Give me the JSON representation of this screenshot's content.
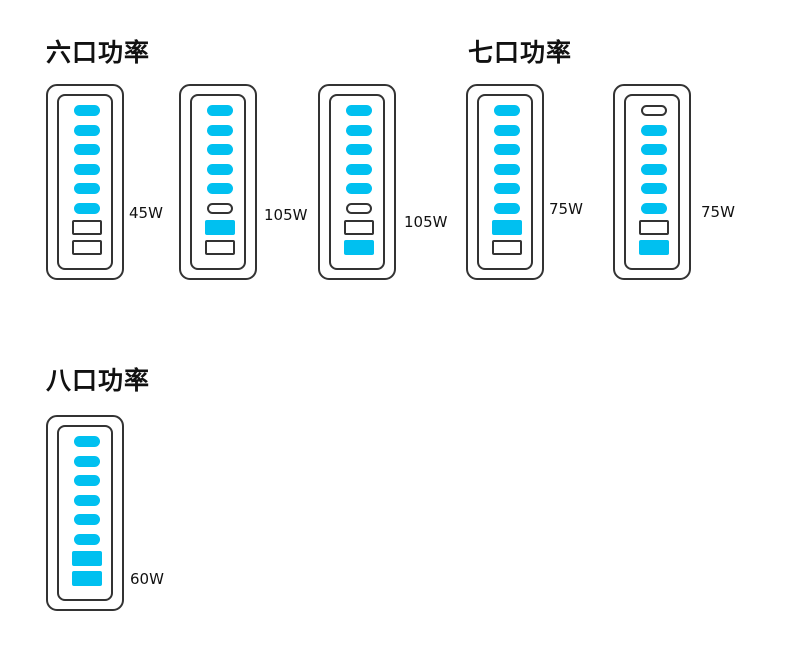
{
  "colors": {
    "accent": "#00c0f0",
    "outline": "#333333"
  },
  "groups": [
    {
      "title": "六口功率"
    },
    {
      "title": "七口功率"
    },
    {
      "title": "八口功率"
    }
  ],
  "chargers": [
    {
      "group": 0,
      "watt": "45W",
      "ports": [
        {
          "type": "c",
          "active": true
        },
        {
          "type": "c",
          "active": true
        },
        {
          "type": "c",
          "active": true
        },
        {
          "type": "c",
          "active": true
        },
        {
          "type": "c",
          "active": true
        },
        {
          "type": "c",
          "active": true
        },
        {
          "type": "a",
          "active": false
        },
        {
          "type": "a",
          "active": false
        }
      ]
    },
    {
      "group": 0,
      "watt": "105W",
      "ports": [
        {
          "type": "c",
          "active": true
        },
        {
          "type": "c",
          "active": true
        },
        {
          "type": "c",
          "active": true
        },
        {
          "type": "c",
          "active": true
        },
        {
          "type": "c",
          "active": true
        },
        {
          "type": "c",
          "active": false
        },
        {
          "type": "a",
          "active": true
        },
        {
          "type": "a",
          "active": false
        }
      ]
    },
    {
      "group": 0,
      "watt": "105W",
      "ports": [
        {
          "type": "c",
          "active": true
        },
        {
          "type": "c",
          "active": true
        },
        {
          "type": "c",
          "active": true
        },
        {
          "type": "c",
          "active": true
        },
        {
          "type": "c",
          "active": true
        },
        {
          "type": "c",
          "active": false
        },
        {
          "type": "a",
          "active": false
        },
        {
          "type": "a",
          "active": true
        }
      ]
    },
    {
      "group": 1,
      "watt": "75W",
      "ports": [
        {
          "type": "c",
          "active": true
        },
        {
          "type": "c",
          "active": true
        },
        {
          "type": "c",
          "active": true
        },
        {
          "type": "c",
          "active": true
        },
        {
          "type": "c",
          "active": true
        },
        {
          "type": "c",
          "active": true
        },
        {
          "type": "a",
          "active": true
        },
        {
          "type": "a",
          "active": false
        }
      ]
    },
    {
      "group": 1,
      "watt": "75W",
      "ports": [
        {
          "type": "c",
          "active": false
        },
        {
          "type": "c",
          "active": true
        },
        {
          "type": "c",
          "active": true
        },
        {
          "type": "c",
          "active": true
        },
        {
          "type": "c",
          "active": true
        },
        {
          "type": "c",
          "active": true
        },
        {
          "type": "a",
          "active": false
        },
        {
          "type": "a",
          "active": true
        }
      ]
    },
    {
      "group": 2,
      "watt": "60W",
      "ports": [
        {
          "type": "c",
          "active": true
        },
        {
          "type": "c",
          "active": true
        },
        {
          "type": "c",
          "active": true
        },
        {
          "type": "c",
          "active": true
        },
        {
          "type": "c",
          "active": true
        },
        {
          "type": "c",
          "active": true
        },
        {
          "type": "a",
          "active": true
        },
        {
          "type": "a",
          "active": true
        }
      ]
    }
  ]
}
